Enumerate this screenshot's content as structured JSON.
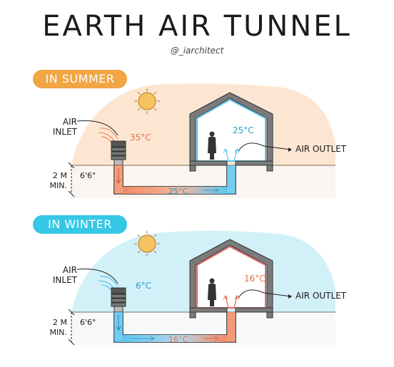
{
  "title": "EARTH AIR TUNNEL",
  "handle": "@_iarchitect",
  "summer": {
    "label": "IN SUMMER",
    "air_inlet": "AIR INLET",
    "outside_temp": "35°C",
    "inside_temp": "25°C",
    "tunnel_temp": "25°C",
    "air_outlet": "AIR OUTLET",
    "depth_min": "2 M MIN.",
    "depth_imperial": "6'6\"",
    "colors": {
      "bg": "#fde2c9",
      "hot": "#f08a64",
      "cool": "#5cc6ef",
      "pill": "#f1a543"
    }
  },
  "winter": {
    "label": "IN WINTER",
    "air_inlet": "AIR INLET",
    "outside_temp": "6°C",
    "inside_temp": "16°C",
    "tunnel_temp": "16°C",
    "air_outlet": "AIR OUTLET",
    "depth_min": "2 M MIN.",
    "depth_imperial": "6'6\"",
    "colors": {
      "bg": "#cdeef6",
      "hot": "#f08a64",
      "cool": "#5cc6ef",
      "pill": "#35c8e6"
    }
  }
}
